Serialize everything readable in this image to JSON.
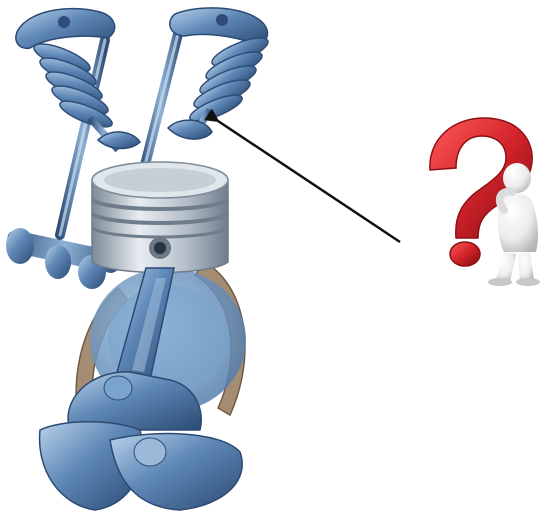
{
  "illustration": {
    "subject": "engine-valvetrain",
    "parts": [
      "valve-spring-left",
      "valve-spring-right",
      "rocker-arm-left",
      "rocker-arm-right",
      "pushrod-left",
      "pushrod-right",
      "valve-left",
      "valve-right",
      "piston",
      "wrist-pin",
      "connecting-rod",
      "crankshaft",
      "camshaft",
      "timing-belt"
    ],
    "pointer": "arrow-to-valve",
    "figure": "thinking-person-with-question-mark"
  },
  "colors": {
    "steel_blue": "#4f78a8",
    "steel_blue_dark": "#2e4d78",
    "steel_blue_light": "#9bb9d9",
    "piston_silver": "#c6cfd8",
    "piston_silver_dark": "#8a97a6",
    "belt_tan": "#a58d74",
    "question_red": "#d2232a",
    "question_red_dark": "#8e1015",
    "figure_white": "#f2f2f2",
    "figure_shade": "#bdbdbd",
    "arrow": "#111111"
  }
}
